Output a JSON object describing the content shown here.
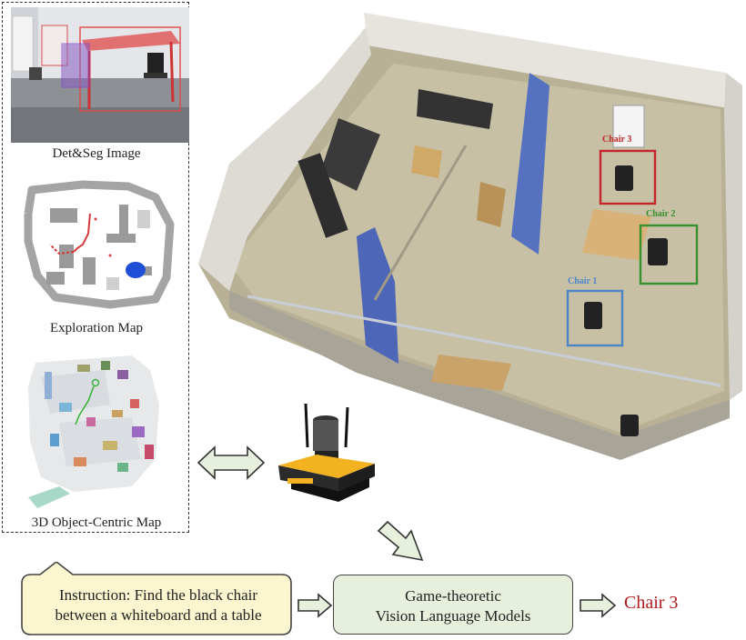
{
  "captions": {
    "det_seg": "Det&Seg Image",
    "exploration": "Exploration Map",
    "object_map": "3D Object-Centric Map"
  },
  "scene_labels": {
    "chair3": "Chair 3",
    "chair2": "Chair 2",
    "chair1": "Chair 1"
  },
  "instruction": {
    "line1": "Instruction: Find the black chair",
    "line2": "between a whiteboard and a table"
  },
  "model": {
    "line1": "Game-theoretic",
    "line2": "Vision Language Models"
  },
  "answer": "Chair 3",
  "colors": {
    "answer": "#b11a1a",
    "chair3_box": "#c0262a",
    "chair2_box": "#3a8f2e",
    "chair1_box": "#4a86c8",
    "arrow_fill": "#e6f0dc",
    "instruction_fill": "#fbf6cf",
    "vlm_fill": "#e6f0dc"
  },
  "icons": [
    "double-arrow-icon",
    "down-right-arrow-icon",
    "right-arrow-icon",
    "robot-icon"
  ]
}
